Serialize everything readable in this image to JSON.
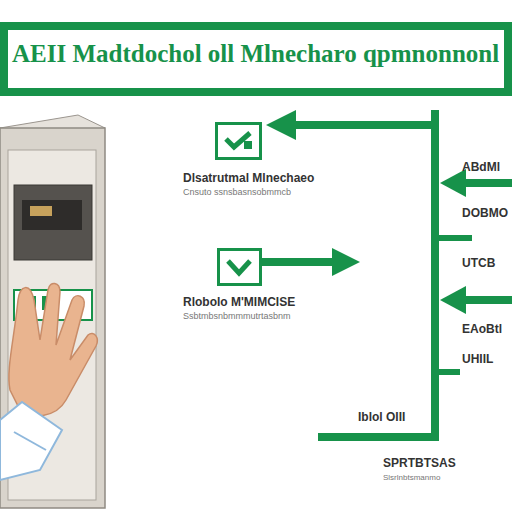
{
  "diagram": {
    "title": "AEII Madtdochol oll Mlnecharo qpmnonnonl",
    "nodes": [
      {
        "text": [
          "Dlsatrutmal Mlnechaeo",
          "Cnsuto ssnsbasnsobmmcb"
        ]
      },
      {
        "text": [
          "Rlobolo M'MIMCISE",
          "Ssbtmbsnbmmmutrtasbnm"
        ]
      }
    ],
    "labels": [
      "ABdMl",
      "DOBMO",
      "UTCB",
      "EAoBtl",
      "UHIIL",
      "Iblol OIII",
      "SPRTBTSAS",
      "Slsrlnbtsmanmo"
    ]
  }
}
